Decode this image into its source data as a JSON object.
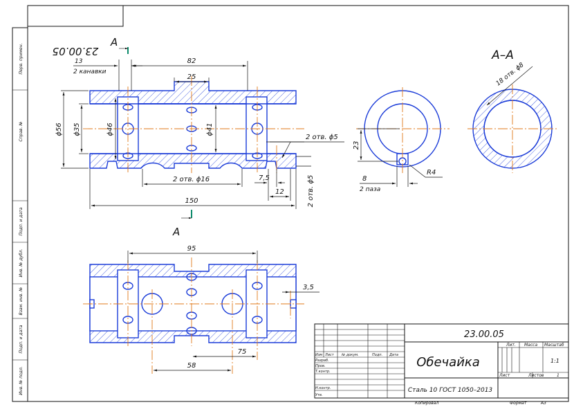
{
  "drawing_code": "23.00.05",
  "drawing_code_rotated": "23.00.05",
  "section_mark": "A",
  "section_title": "A–A",
  "part_name": "Обечайка",
  "material": "Сталь 10 ГОСТ 1050–2013",
  "dims": {
    "groove_w": "13",
    "groove_note": "2 канавки",
    "len82": "82",
    "len25": "25",
    "d56": "ϕ56",
    "d35": "ϕ35",
    "d46": "ϕ46",
    "d41": "ϕ41",
    "holes5": "2 отв. ϕ5",
    "holes16": "2 отв. ϕ16",
    "d7_5": "7,5",
    "d12": "12",
    "holes5b": "2 отв. ϕ5",
    "len150": "150",
    "d23": "23",
    "d8": "8",
    "slots": "2 паза",
    "r4": "R4",
    "holes8": "18 отв. ϕ8",
    "len95": "95",
    "d3_5": "3,5",
    "len58": "58",
    "len75": "75"
  },
  "side_stamp": [
    "Перв. примен.",
    "Справ. №",
    "Подп. и дата",
    "Инв. № дубл.",
    "Взам. инв. №",
    "Подп. и дата",
    "Инв. № подл."
  ],
  "title_block": {
    "headers": [
      "Изм",
      "Лист",
      "№ докум.",
      "Подп.",
      "Дата"
    ],
    "roles": [
      "Разраб.",
      "Пров.",
      "Т.контр.",
      "Н.контр.",
      "Утв."
    ],
    "lit": "Лит.",
    "mass": "Масса",
    "scale": "Масштаб",
    "scale_value": "1:1",
    "sheet": "Лист",
    "sheets": "Листов",
    "sheets_value": "1",
    "copied": "Копировал",
    "format": "Формат",
    "format_value": "А3"
  }
}
